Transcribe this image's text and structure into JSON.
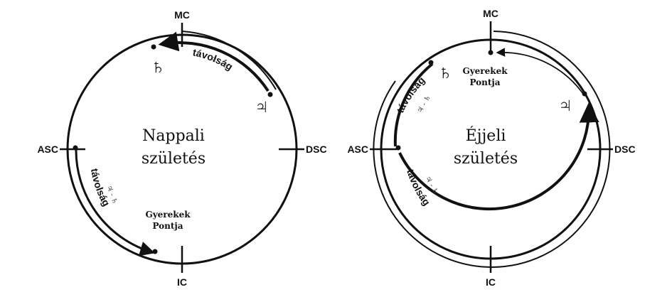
{
  "left_chart": {
    "title_line1": "Nappali",
    "title_line2": "születés",
    "mc": "MC",
    "ic": "IC",
    "asc": "ASC",
    "dsc": "DSC",
    "saturn_glyph": "♄",
    "jupiter_glyph": "♃",
    "arc_top_label": "távolság",
    "arc_top_note": "♃ - ♄",
    "arc_bottom_label": "távolság",
    "arc_bottom_note": "♃ - ♄",
    "point_line1": "Gyerekek",
    "point_line2": "Pontja"
  },
  "right_chart": {
    "title_line1": "Éjjeli",
    "title_line2": "születés",
    "mc": "MC",
    "ic": "IC",
    "asc": "ASC",
    "dsc": "DSC",
    "saturn_glyph": "♄",
    "jupiter_glyph": "♃",
    "arc_top_label": "távolság",
    "arc_top_note": "♃ - ♄",
    "arc_bottom_label": "távolság",
    "arc_bottom_note": "♃ - ♄",
    "point_line1": "Gyerekek",
    "point_line2": "Pontja"
  },
  "colors": {
    "ink": "#111111"
  }
}
